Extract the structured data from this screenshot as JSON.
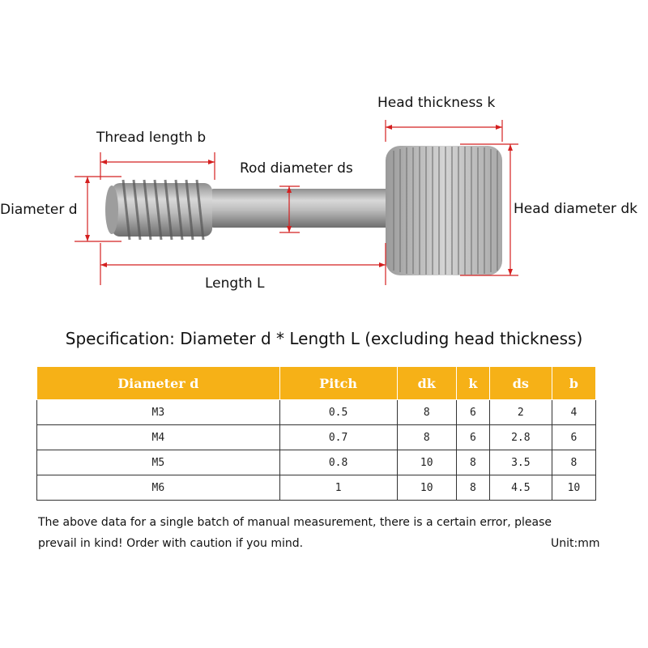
{
  "diagram": {
    "labels": {
      "head_thickness": "Head thickness k",
      "thread_length": "Thread length b",
      "rod_diameter": "Rod diameter ds",
      "diameter": "Diameter d",
      "head_diameter": "Head diameter dk",
      "length": "Length L"
    },
    "dimension_color": "#d42020"
  },
  "spec_title": "Specification: Diameter d * Length L (excluding head thickness)",
  "table": {
    "header_color": "#f6b117",
    "headers": [
      "Diameter d",
      "Pitch",
      "dk",
      "k",
      "ds",
      "b"
    ],
    "rows": [
      [
        "M3",
        "0.5",
        "8",
        "6",
        "2",
        "4"
      ],
      [
        "M4",
        "0.7",
        "8",
        "6",
        "2.8",
        "6"
      ],
      [
        "M5",
        "0.8",
        "10",
        "8",
        "3.5",
        "8"
      ],
      [
        "M6",
        "1",
        "10",
        "8",
        "4.5",
        "10"
      ]
    ]
  },
  "note": {
    "line1": "The above data for a single batch of manual measurement, there is a certain error, please",
    "line2": "prevail in kind! Order with caution if you mind.",
    "unit": "Unit:mm"
  }
}
